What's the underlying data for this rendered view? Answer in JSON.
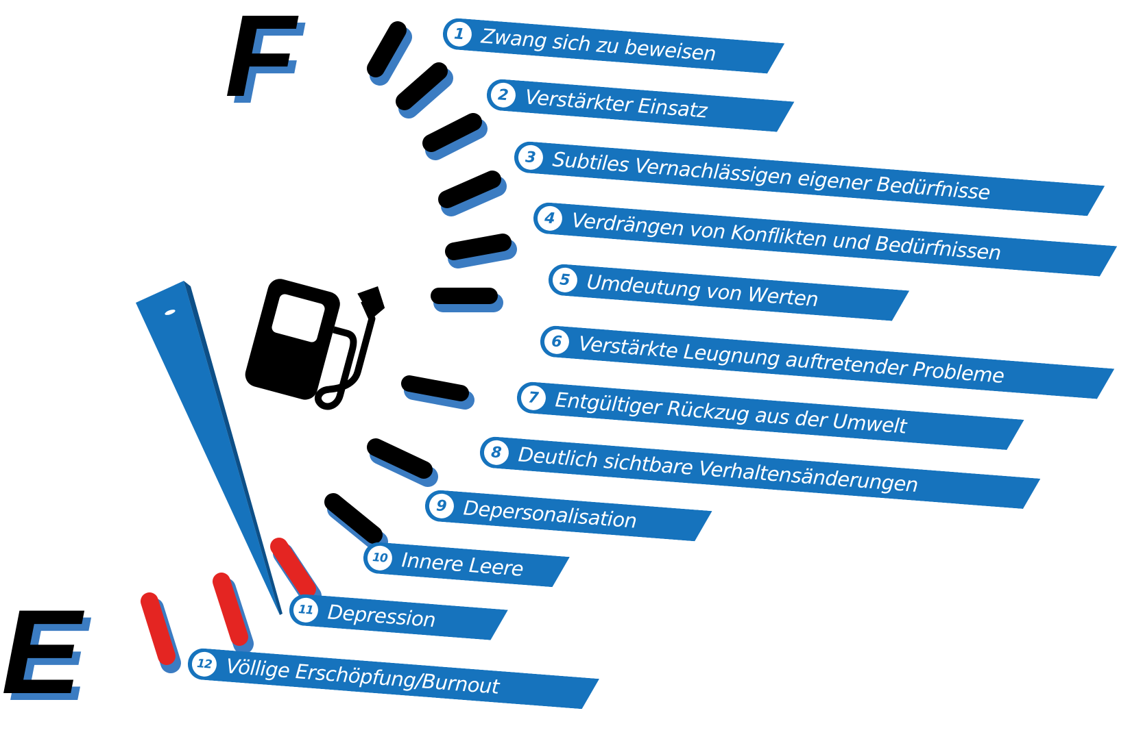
{
  "gauge": {
    "full_letter": "F",
    "empty_letter": "E",
    "colors": {
      "tick": "#000000",
      "tick_critical": "#e42522",
      "tick_shadow": "#3b7cc2",
      "needle": "#1673bd",
      "bar": "#1673bd",
      "text": "#ffffff"
    },
    "icon": "fuel-pump-icon"
  },
  "stages": [
    {
      "number": "1",
      "label": "Zwang sich zu beweisen"
    },
    {
      "number": "2",
      "label": "Verstärkter Einsatz"
    },
    {
      "number": "3",
      "label": "Subtiles Vernachlässigen eigener Bedürfnisse"
    },
    {
      "number": "4",
      "label": "Verdrängen von Konflikten und Bedürfnissen"
    },
    {
      "number": "5",
      "label": "Umdeutung von Werten"
    },
    {
      "number": "6",
      "label": "Verstärkte Leugnung auftretender Probleme"
    },
    {
      "number": "7",
      "label": "Entgültiger Rückzug aus der Umwelt"
    },
    {
      "number": "8",
      "label": "Deutlich sichtbare Verhaltensänderungen"
    },
    {
      "number": "9",
      "label": "Depersonalisation"
    },
    {
      "number": "10",
      "label": "Innere Leere"
    },
    {
      "number": "11",
      "label": "Depression"
    },
    {
      "number": "12",
      "label": "Völlige Erschöpfung/Burnout"
    }
  ]
}
